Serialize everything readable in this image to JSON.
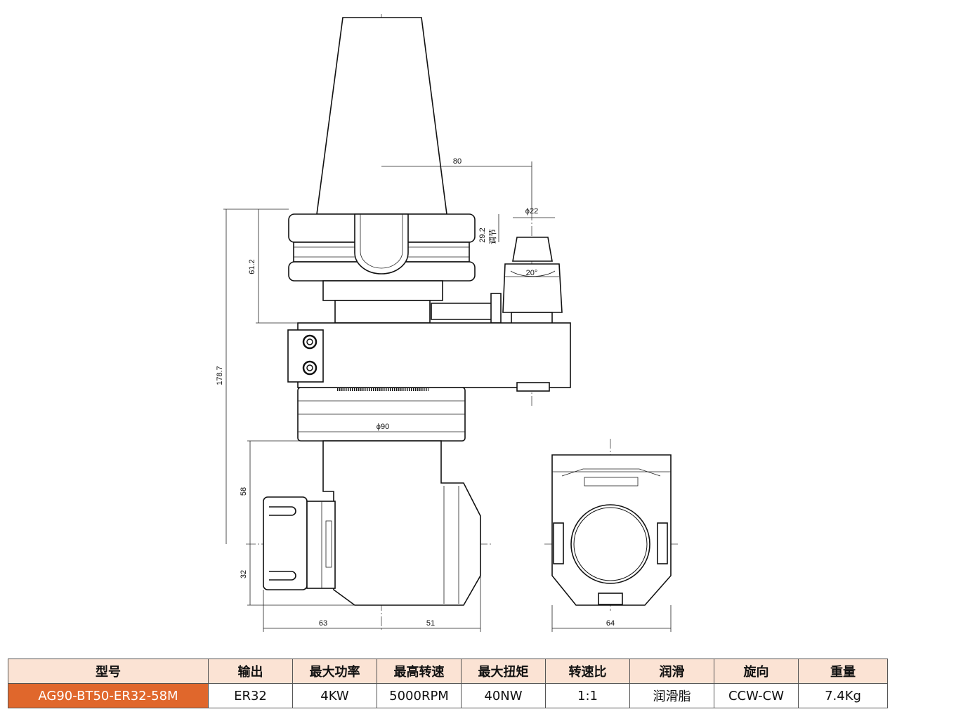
{
  "dimensions": {
    "offset": "80",
    "stop_block_dia": "ϕ22",
    "stop_block_height": "29.2",
    "stop_block_note": "调节",
    "stop_block_angle": "20°",
    "gauge_to_housing": "61.2",
    "total_length": "178.7",
    "housing_dia": "ϕ90",
    "spindle_height": "58",
    "nose_offset": "32",
    "left_width": "63",
    "right_width": "51",
    "end_width": "64"
  },
  "spec_table": {
    "headers": [
      "型号",
      "输出",
      "最大功率",
      "最高转速",
      "最大扭矩",
      "转速比",
      "润滑",
      "旋向",
      "重量"
    ],
    "row": [
      "AG90-BT50-ER32-58M",
      "ER32",
      "4KW",
      "5000RPM",
      "40NW",
      "1:1",
      "润滑脂",
      "CCW-CW",
      "7.4Kg"
    ]
  },
  "colors": {
    "header_bg": "#fbe3d4",
    "model_bg": "#e0672c",
    "line": "#111111"
  }
}
